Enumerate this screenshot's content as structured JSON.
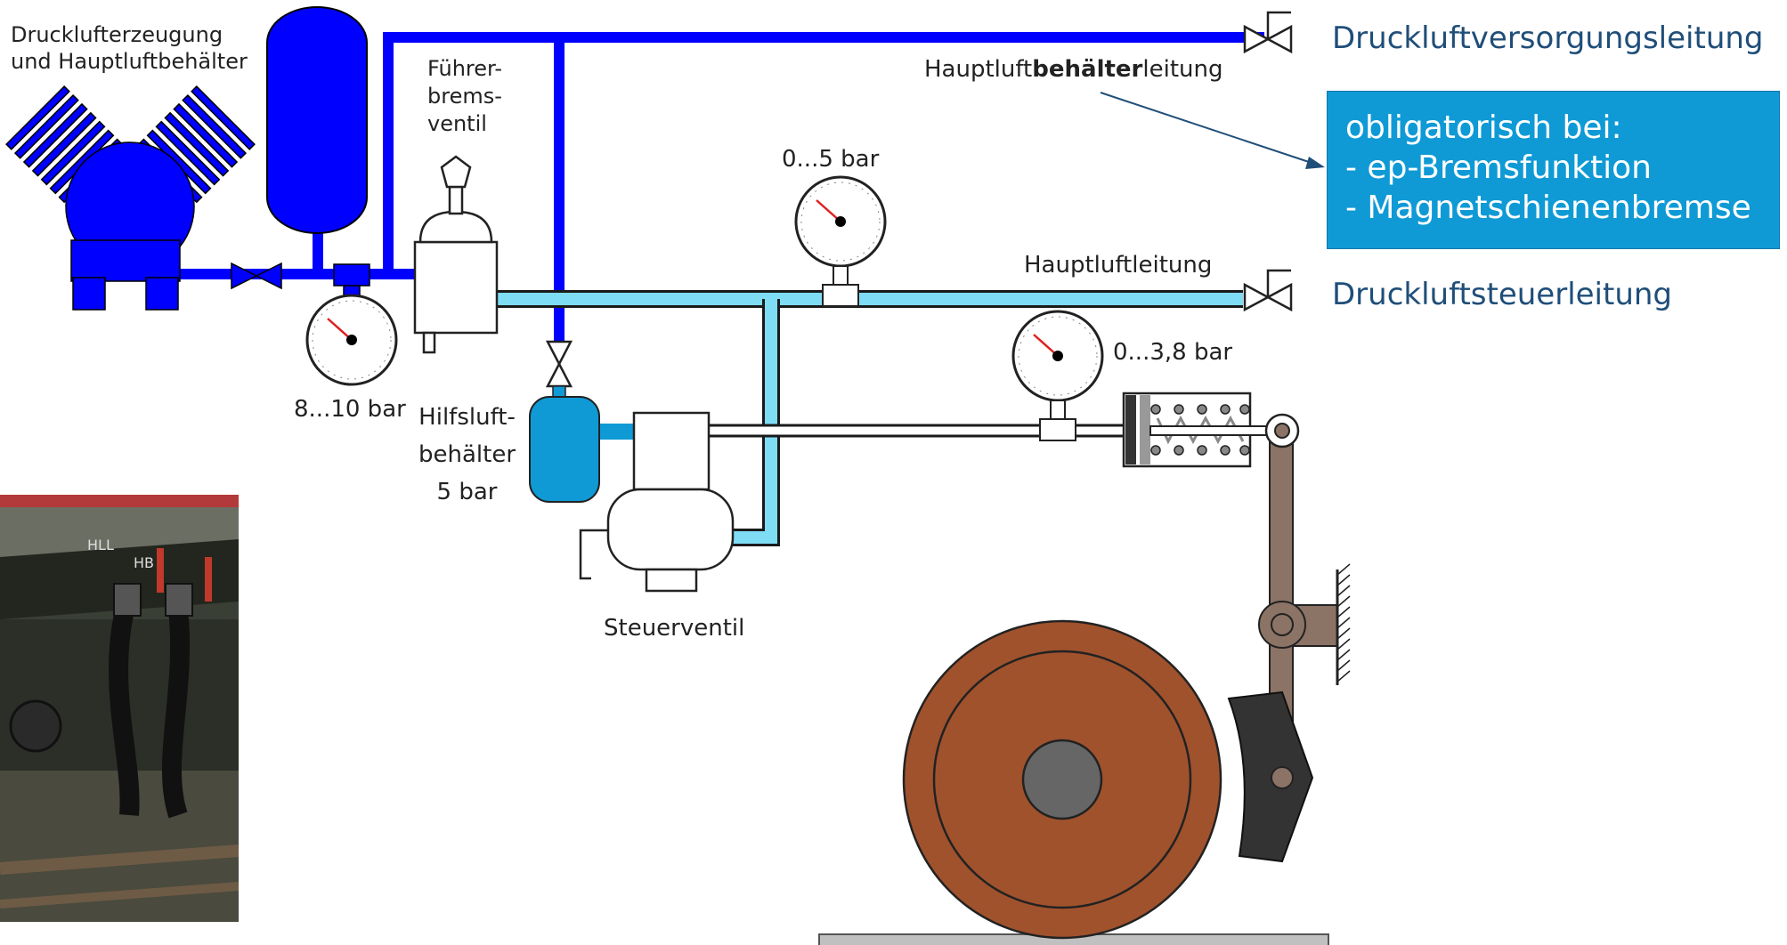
{
  "labels": {
    "compressor": [
      "Drucklufterzeugung",
      "und Hauptluftbehälter"
    ],
    "driver_valve": [
      "Führer-",
      "brems-",
      "ventil"
    ],
    "aux_reservoir": [
      "Hilfsluft-",
      "behälter",
      "5 bar"
    ],
    "control_valve": "Steuerventil",
    "gauge_main": "8...10 bar",
    "gauge_line": "0...5 bar",
    "gauge_cylinder": "0...3,8 bar",
    "main_reservoir_pipe_prefix": "Hauptluft",
    "main_reservoir_pipe_bold": "behälter",
    "main_reservoir_pipe_suffix": "leitung",
    "brake_pipe": "Hauptluftleitung",
    "supply_line": "Druckluftversorgungsleitung",
    "control_line": "Druckluftsteuerleitung"
  },
  "info_box": {
    "lines": [
      "obligatorisch bei:",
      "- ep-Bremsfunktion",
      "- Magnetschienenbremse"
    ]
  },
  "photo": {
    "labels": [
      "HLL",
      "HB"
    ]
  },
  "colors": {
    "main_reservoir_pipe": "#0000ff",
    "brake_pipe": "#7fdcf5",
    "aux_reservoir": "#0f9ad6",
    "info_box": "#0f9ad6",
    "wheel": "#a0522d",
    "brake_lever": "#8b7366"
  }
}
